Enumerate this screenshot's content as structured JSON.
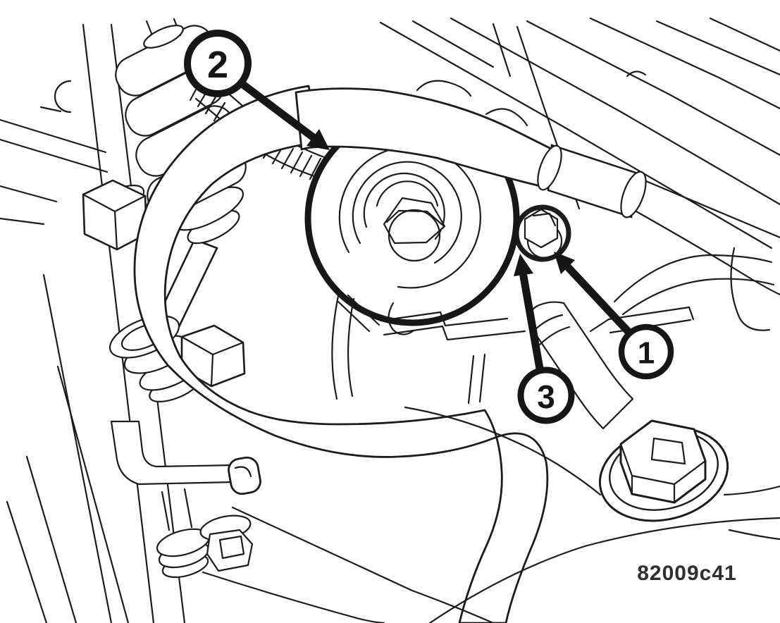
{
  "figure": {
    "code": "82009c41",
    "description": "Engine service line-art diagram with numbered callouts"
  },
  "callouts": {
    "c1": {
      "label": "1",
      "points_to": "small-hex-fitting-bolt"
    },
    "c2": {
      "label": "2",
      "points_to": "filter-canister-edge"
    },
    "c3": {
      "label": "3",
      "points_to": "fitting-below-bolt"
    }
  },
  "colors": {
    "ink": "#1c1c1c",
    "background": "#ffffff",
    "code_text": "#2f2f2f"
  }
}
